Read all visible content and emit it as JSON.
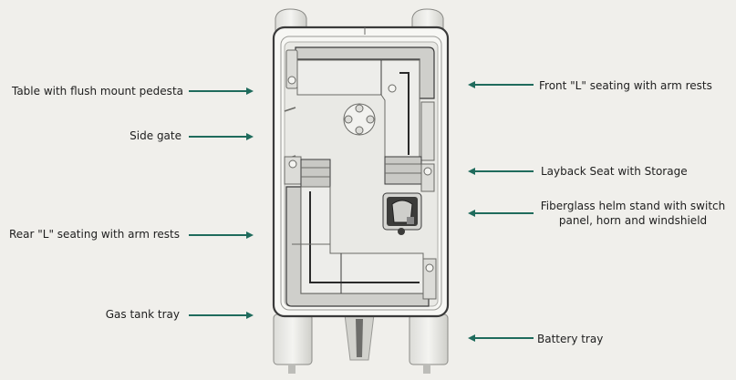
{
  "colors": {
    "background": "#f0efeb",
    "arrow": "#1f6b5c",
    "label_text": "#1e1e1e",
    "deck": "#e9e9e5",
    "hull_outline": "#3a3a3a"
  },
  "diagram": {
    "subject": "pontoon boat floor plan (top view)",
    "callouts_left": [
      {
        "id": "table",
        "text": "Table with flush mount pedesta"
      },
      {
        "id": "side-gate",
        "text": "Side gate"
      },
      {
        "id": "rear-seating",
        "text": "Rear \"L\" seating with arm rests"
      },
      {
        "id": "gas-tank",
        "text": "Gas tank tray"
      }
    ],
    "callouts_right": [
      {
        "id": "front-seating",
        "text": "Front \"L\" seating with arm rests"
      },
      {
        "id": "layback-seat",
        "text": "Layback Seat with Storage"
      },
      {
        "id": "helm",
        "text": "Fiberglass helm stand with switch\npanel, horn and windshield"
      },
      {
        "id": "battery",
        "text": "Battery tray"
      }
    ]
  }
}
